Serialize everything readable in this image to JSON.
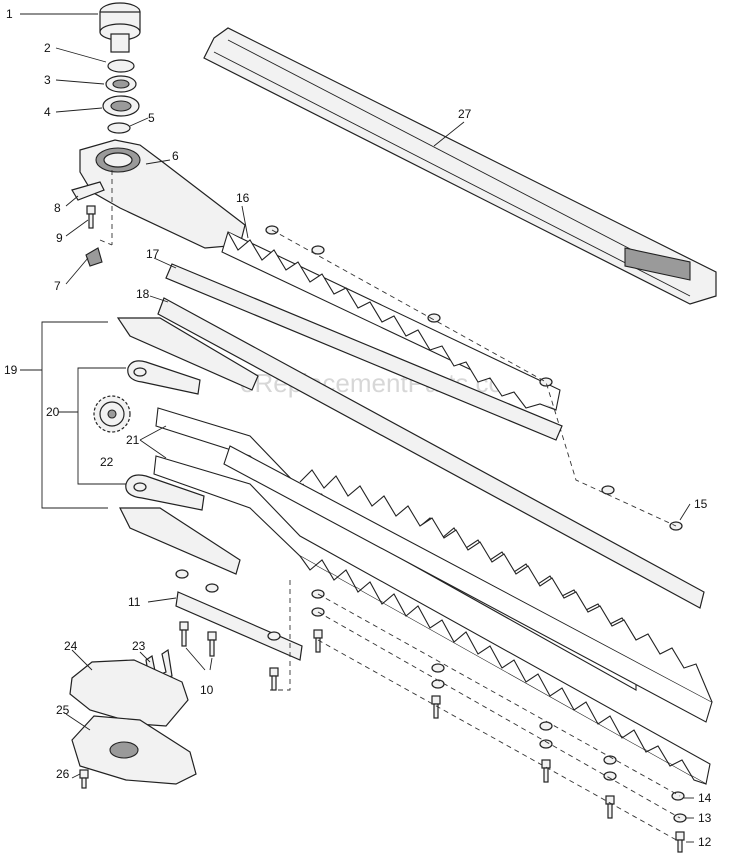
{
  "watermark": "eReplacementParts.com",
  "callouts": {
    "p1": "1",
    "p2": "2",
    "p3": "3",
    "p4": "4",
    "p5": "5",
    "p6": "6",
    "p7": "7",
    "p8": "8",
    "p9": "9",
    "p10": "10",
    "p11": "11",
    "p12": "12",
    "p13": "13",
    "p14": "14",
    "p15": "15",
    "p16": "16",
    "p17": "17",
    "p18": "18",
    "p19": "19",
    "p20": "20",
    "p21": "21",
    "p22": "22",
    "p23": "23",
    "p24": "24",
    "p25": "25",
    "p26": "26",
    "p27": "27"
  }
}
